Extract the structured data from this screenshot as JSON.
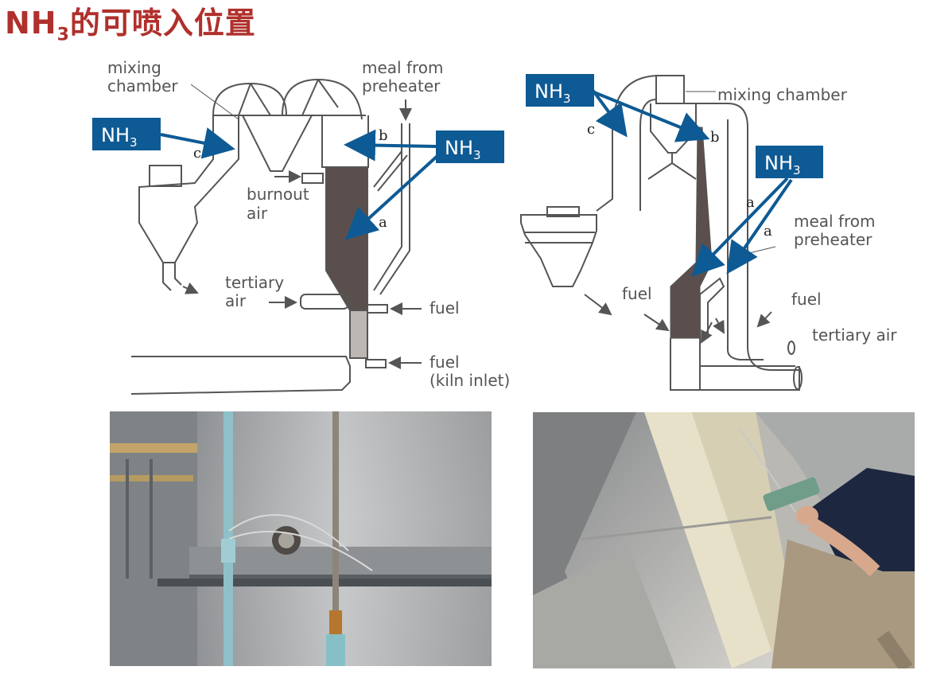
{
  "title": {
    "main": "NH",
    "sub": "3",
    "rest": "的可喷入位置"
  },
  "tag": {
    "main": "NH",
    "sub": "3"
  },
  "left_diagram": {
    "mixing_chamber": [
      "mixing",
      "chamber"
    ],
    "meal_from_preheater": [
      "meal from",
      "preheater"
    ],
    "burnout_air": [
      "burnout",
      "air"
    ],
    "tertiary_air": [
      "tertiary",
      "air"
    ],
    "fuel": "fuel",
    "fuel_kiln": [
      "fuel",
      "(kiln inlet)"
    ],
    "points": {
      "a": "a",
      "b": "b",
      "c": "c"
    }
  },
  "right_diagram": {
    "mixing_chamber": "mixing chamber",
    "meal_from_preheater": [
      "meal from",
      "preheater"
    ],
    "fuel_left": "fuel",
    "fuel_right": "fuel",
    "tertiary_air": "tertiary air",
    "points": {
      "a1": "a",
      "a2": "a",
      "b": "b",
      "c": "c"
    }
  },
  "colors": {
    "title": "#b0302c",
    "tag": "#0e5a94",
    "fill_dark": "#5a4f4c",
    "fill_light": "#bdb7b4"
  }
}
